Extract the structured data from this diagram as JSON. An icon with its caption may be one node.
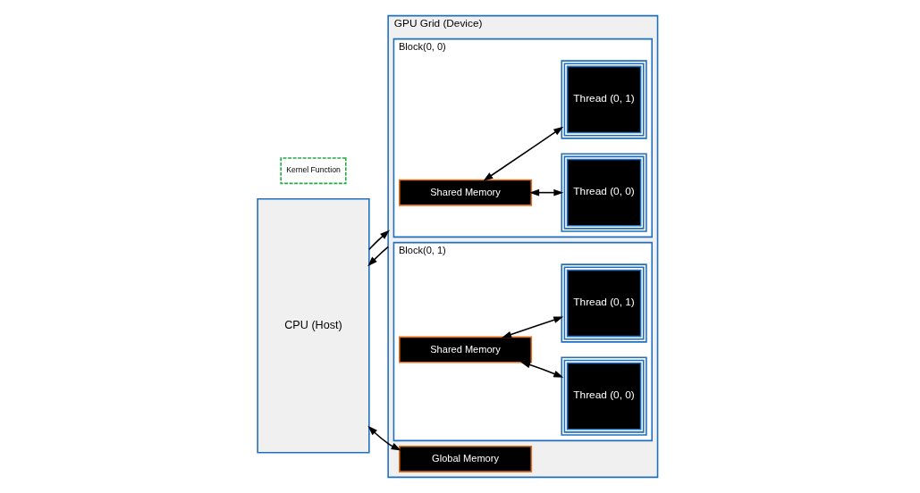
{
  "diagram": {
    "nodes": [
      {
        "text": [
          "CPU (Host)"
        ]
      },
      {
        "text": [
          "GPU Grid (Device)"
        ]
      },
      {
        "text": [
          "Block(0, 0)"
        ],
        "in": 1
      },
      {
        "text": [
          "Shared Memory"
        ],
        "in": 2
      },
      {
        "text": [
          "Thread (0, 0)"
        ],
        "in": 2
      },
      {
        "text": [
          "Thread (0, 1)"
        ],
        "in": 2
      },
      {
        "text": [
          "Block(0, 1)"
        ],
        "in": 1
      },
      {
        "text": [
          "Shared Memory"
        ],
        "in": 6
      },
      {
        "text": [
          "Thread (0, 0)"
        ],
        "in": 6
      },
      {
        "text": [
          "Thread (0, 1)"
        ],
        "in": 6
      },
      {
        "text": [
          "Global Memory"
        ],
        "in": 1
      },
      {
        "text": [
          "Kernel Function"
        ]
      }
    ],
    "edges": [
      {
        "from": 0,
        "to": 1,
        "arrow": "to"
      },
      {
        "from": 1,
        "to": 0,
        "arrow": "to"
      },
      {
        "from": 3,
        "to": 4,
        "arrow": "both"
      },
      {
        "from": 3,
        "to": 5,
        "arrow": "both"
      },
      {
        "from": 7,
        "to": 8,
        "arrow": "both"
      },
      {
        "from": 7,
        "to": 9,
        "arrow": "both"
      },
      {
        "from": 0,
        "to": 10,
        "arrow": "both"
      }
    ]
  }
}
